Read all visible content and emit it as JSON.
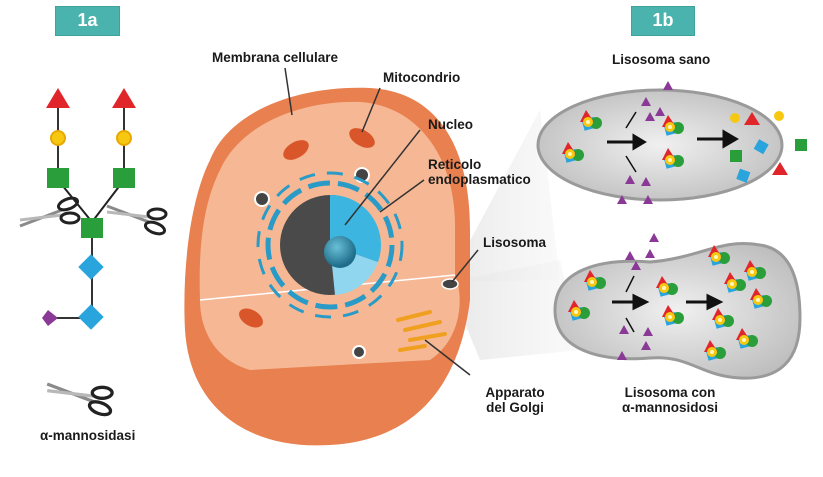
{
  "panels": {
    "a": {
      "badge": "1a",
      "enzyme_label": "α-mannosidasi"
    },
    "b": {
      "badge": "1b",
      "healthy_title": "Lisosoma sano",
      "disease_title_line1": "Lisosoma con",
      "disease_title_line2": "α-mannosidosi"
    }
  },
  "cell_labels": {
    "membrane": "Membrana cellulare",
    "mitochondrion": "Mitocondrio",
    "nucleus": "Nucleo",
    "er_line1": "Reticolo",
    "er_line2": "endoplasmatico",
    "lysosome": "Lisosoma",
    "golgi_line1": "Apparato",
    "golgi_line2": "del Golgi"
  },
  "colors": {
    "badge": "#4bb3ad",
    "cell_outer": "#e8804f",
    "cell_inner": "#f6b894",
    "er_blue": "#2a9bc6",
    "nucleus_blue": "#3cb6e0",
    "sugar_red": "#e0262b",
    "sugar_yellow": "#f6c811",
    "sugar_green": "#2a9e3a",
    "sugar_blue": "#2aa4dc",
    "sugar_purple": "#8a3a96",
    "lysosome_gray": "#c8c8c8"
  }
}
